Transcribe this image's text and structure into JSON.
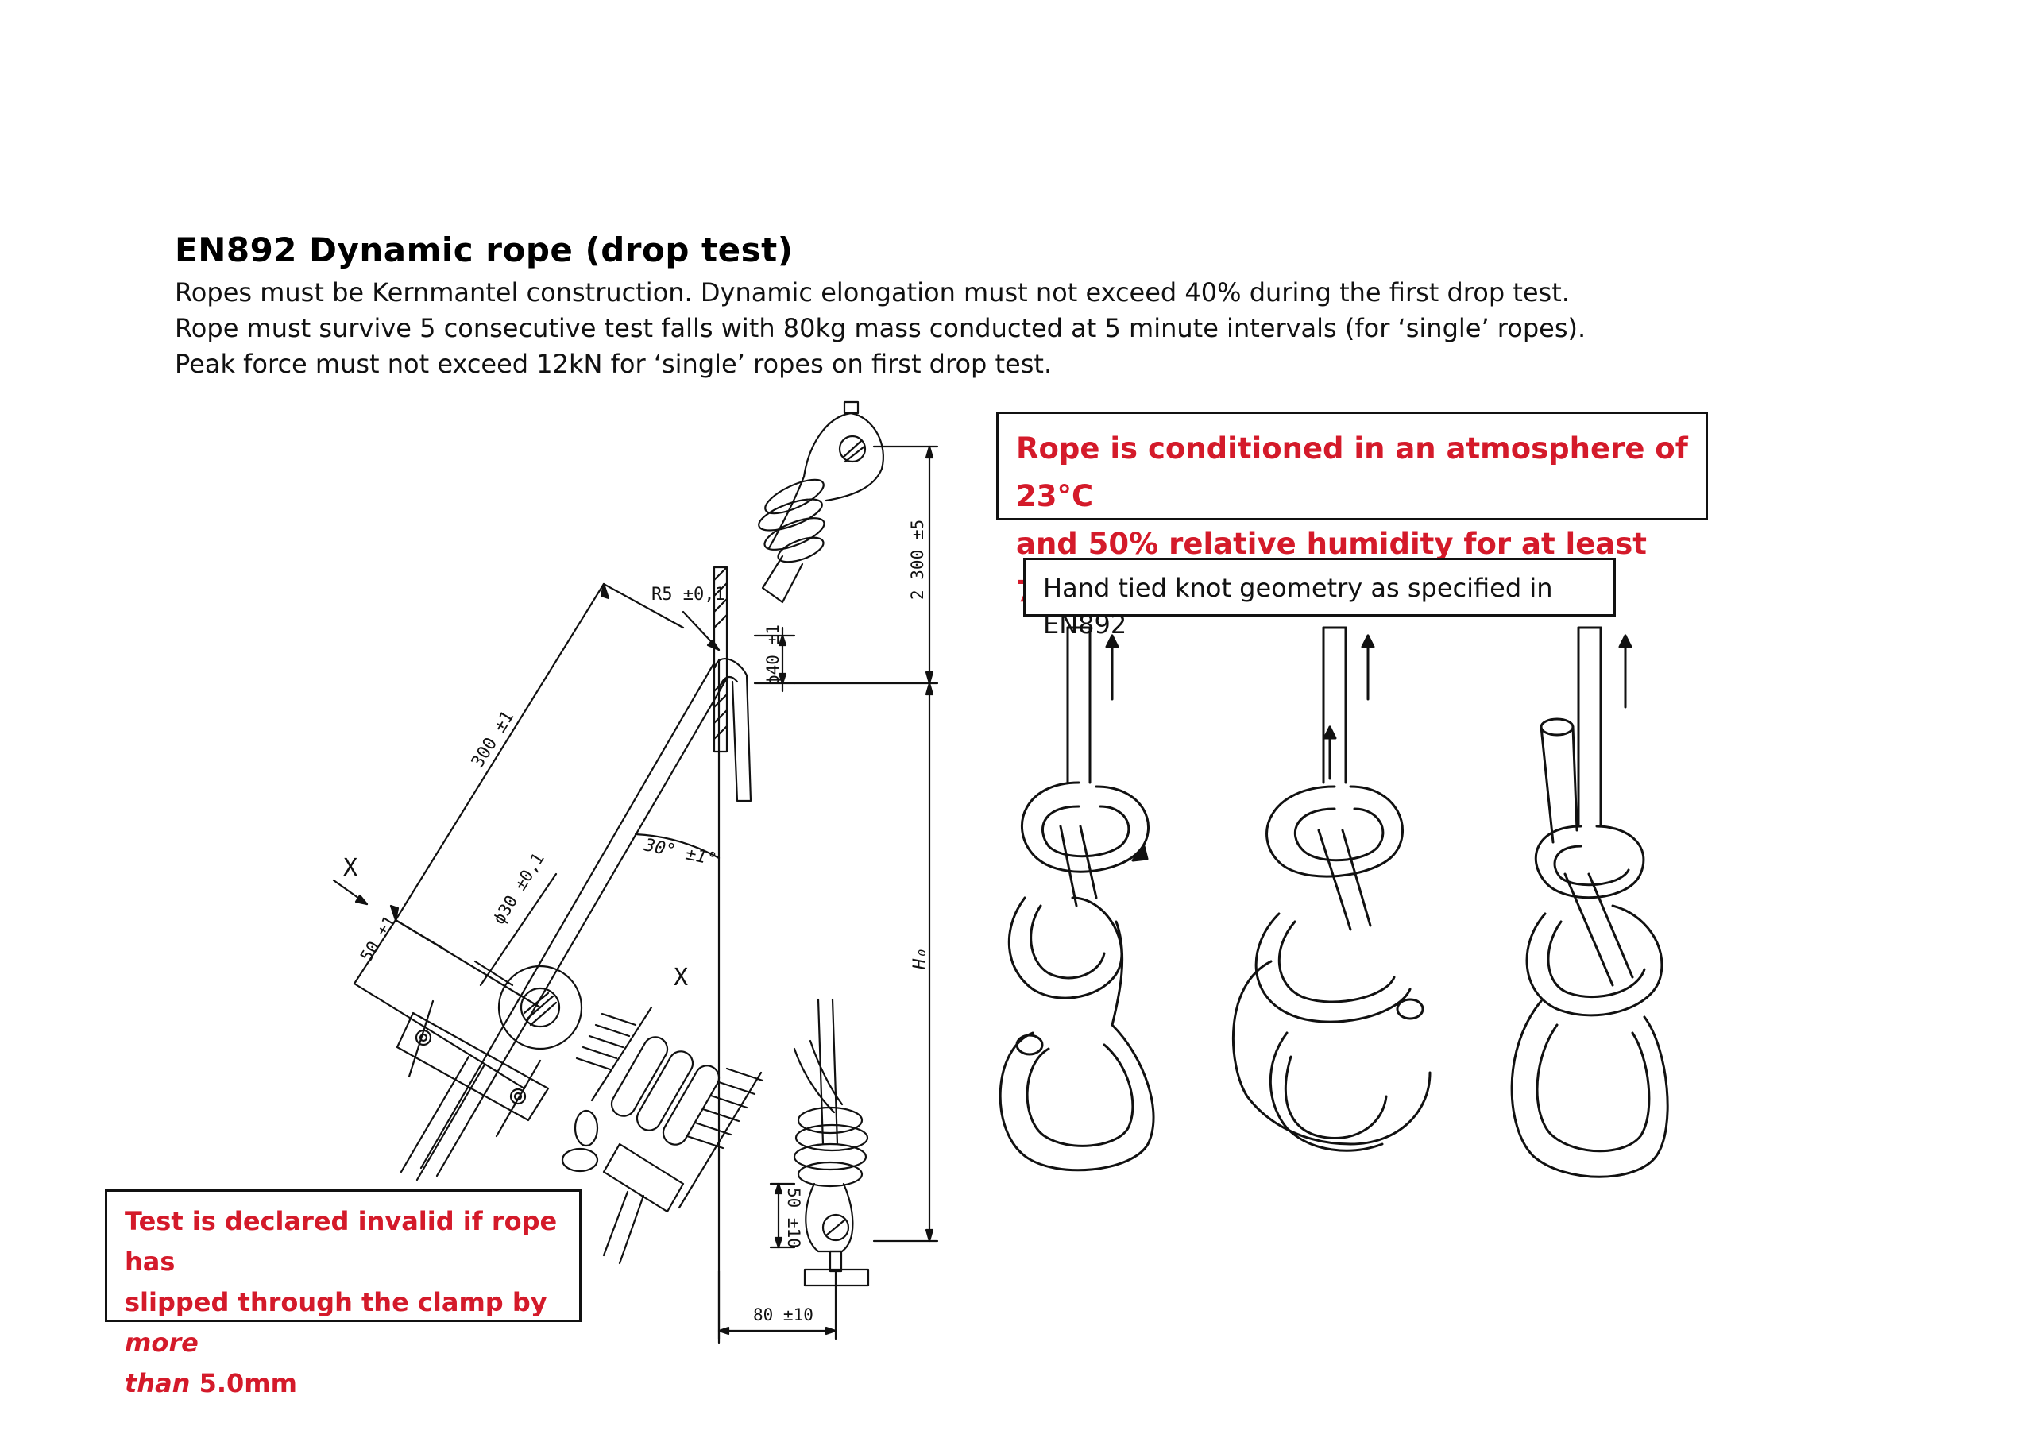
{
  "heading": "EN892 Dynamic rope (drop test)",
  "intro_lines": [
    "Ropes must be Kernmantel construction. Dynamic elongation must not exceed 40% during the first drop test.",
    "Rope must survive 5 consecutive test falls with 80kg mass conducted at 5 minute intervals (for ‘single’ ropes).",
    "Peak force must not exceed 12kN for ‘single’ ropes on first drop test."
  ],
  "conditioning_note": {
    "line1": "Rope is conditioned in an atmosphere of 23°C",
    "line2": "and 50% relative humidity for at least 72 hours."
  },
  "knot_caption": "Hand tied knot geometry as specified in EN892",
  "invalid_note": {
    "line1": "Test is declared invalid if rope has",
    "line2_start": "slipped through the clamp by ",
    "line2_em": "more",
    "line3_em": "than",
    "line3_end": " 5.0mm"
  },
  "dimensions": {
    "r5": "R5 ±0,1",
    "d40": "ϕ40 ±1",
    "len300": "300 ±1",
    "d30": "ϕ30 ±0,1",
    "angle": "30° ±1°",
    "len50": "50 ±1",
    "h2300": "2 300 ±5",
    "h0": "H₀",
    "v50": "50 ±10",
    "w80": "80 ±10",
    "x1": "X",
    "x2": "X"
  },
  "colors": {
    "accent_red": "#d41a2a",
    "ink": "#111111"
  }
}
